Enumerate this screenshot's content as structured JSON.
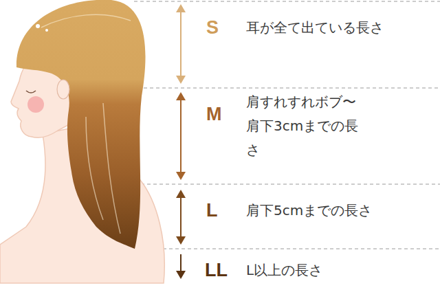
{
  "diagram": {
    "labels": [
      "S",
      "耳が全て出ている長さ",
      "M",
      "肩すれすれボブ〜 肩下3cmまでの長さ",
      "L",
      "肩下5cmまでの長さ",
      "LL",
      "L以上の長さ"
    ]
  }
}
